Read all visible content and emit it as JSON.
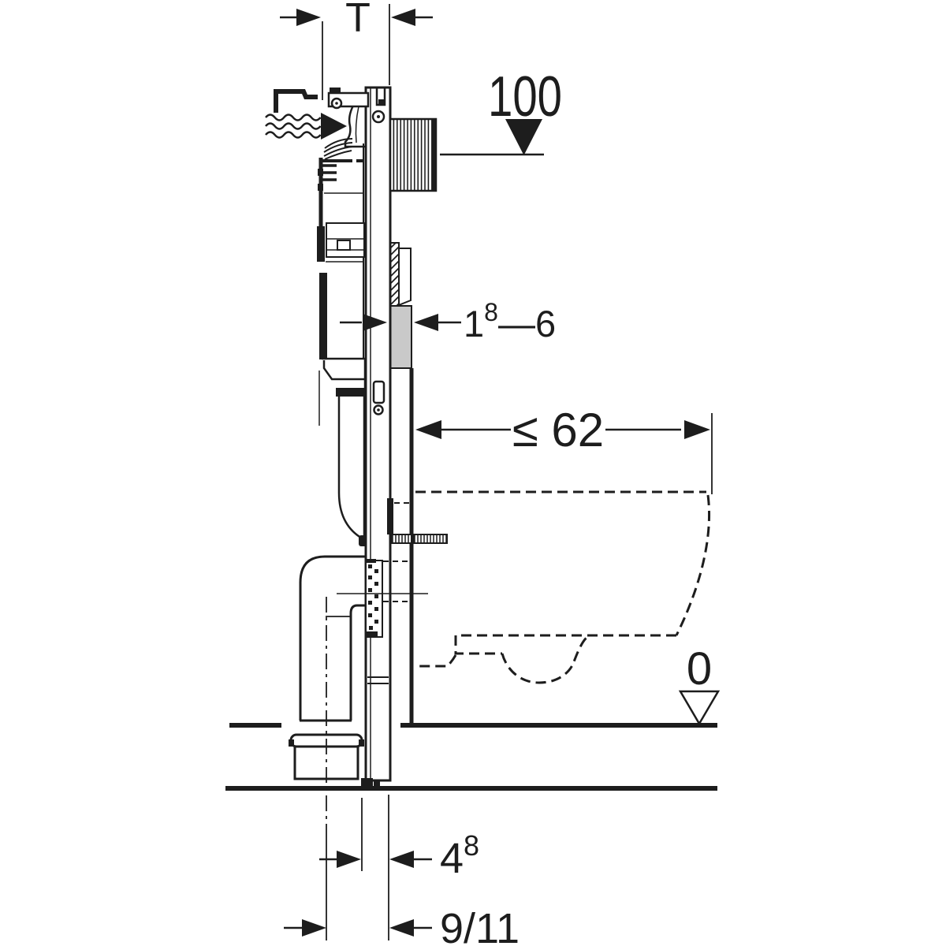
{
  "drawing": {
    "dimensions": {
      "t": {
        "label": "T"
      },
      "meter": {
        "label": "100"
      },
      "wall_finish": {
        "base": "1",
        "sup": "8",
        "rest": "—6"
      },
      "clearance": {
        "label": "≤ 62"
      },
      "zero": {
        "label": "0"
      },
      "outlet_depth": {
        "base": "4",
        "sup": "8"
      },
      "outlet_height": {
        "label": "9/11"
      }
    },
    "icons": {
      "water_supply": "wavy-flow-arrow",
      "meter_mark": "filled-triangle-down",
      "zero_mark": "open-triangle-down"
    },
    "colors": {
      "line": "#1d1d1d",
      "background": "#ffffff",
      "wall_finish_fill": "#c9c9c9"
    }
  }
}
